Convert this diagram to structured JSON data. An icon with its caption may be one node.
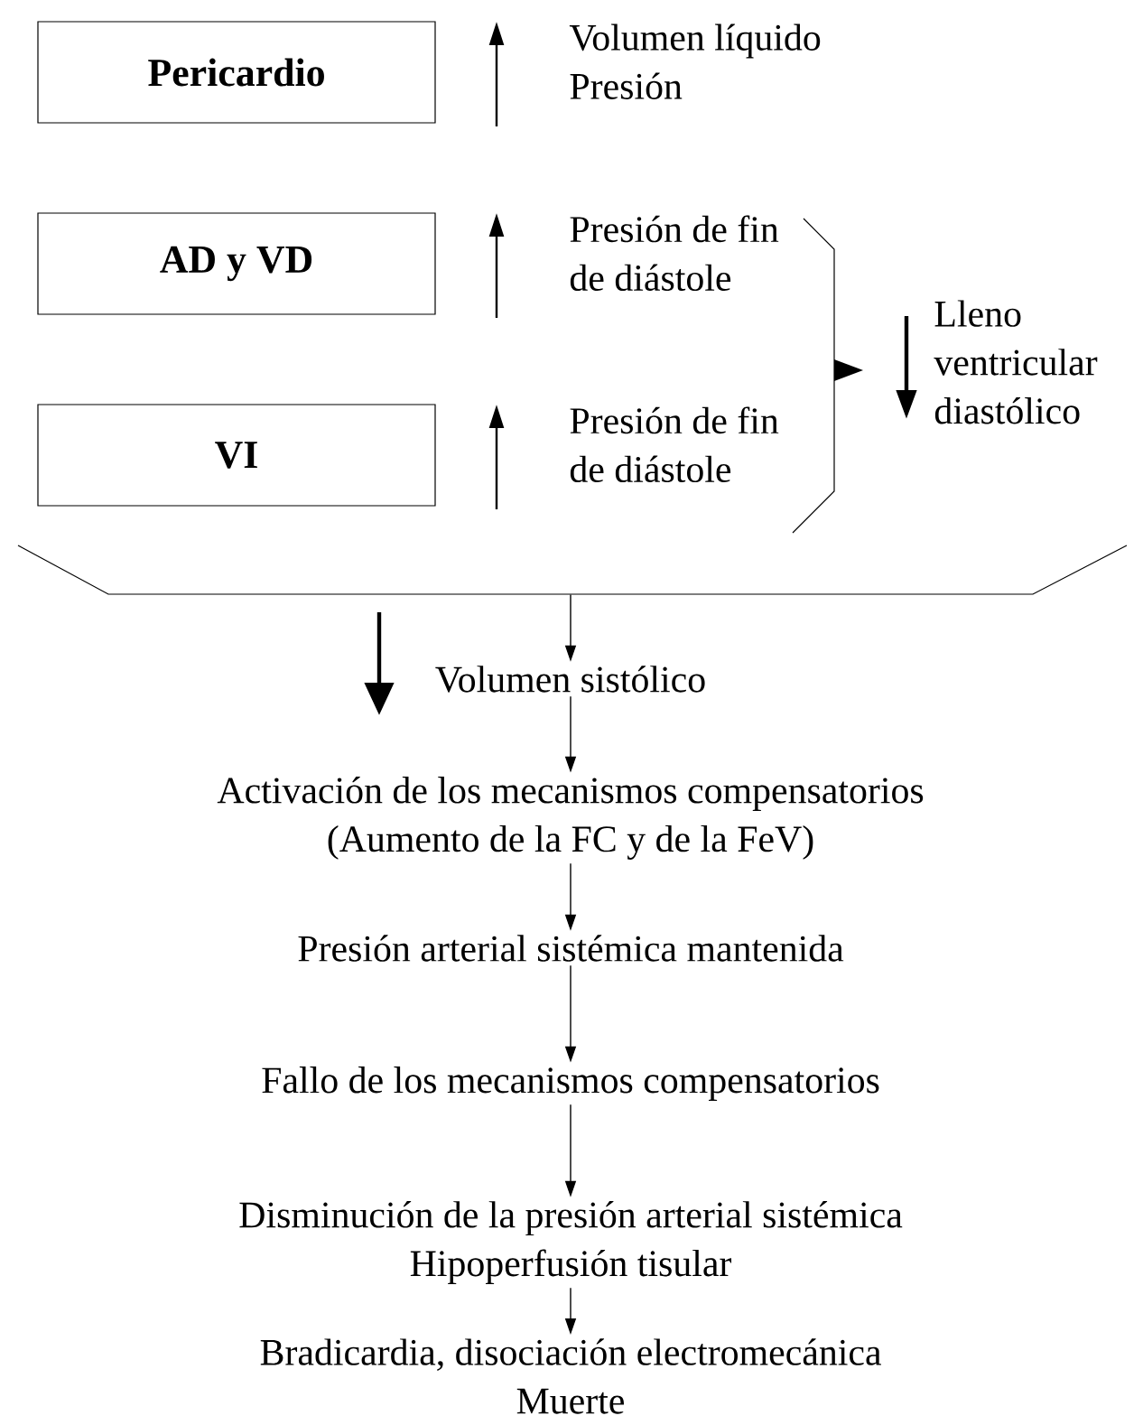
{
  "diagram": {
    "nodes": [
      {
        "text": [
          "Pericardio"
        ]
      },
      {
        "text": [
          "AD y VD"
        ]
      },
      {
        "text": [
          "VI"
        ]
      },
      {
        "text": [],
        "shape": "bar"
      },
      {
        "text": [
          "Volumen sistólico"
        ]
      },
      {
        "text": [
          "Activación de los mecanismos compensatorios",
          "(Aumento de la FC y de la FeV)"
        ]
      },
      {
        "text": [
          "Presión arterial sistémica mantenida"
        ]
      },
      {
        "text": [
          "Fallo de los mecanismos compensatorios"
        ]
      },
      {
        "text": [
          "Disminución de la presión arterial sistémica",
          "Hipoperfusión tisular"
        ]
      },
      {
        "text": [
          "Bradicardia, disociación electromecánica",
          "Muerte"
        ]
      }
    ],
    "edges": [
      {
        "from": 3,
        "to": 4,
        "arrow": "to"
      },
      {
        "from": 4,
        "to": 5,
        "arrow": "to"
      },
      {
        "from": 5,
        "to": 6,
        "arrow": "to"
      },
      {
        "from": 6,
        "to": 7,
        "arrow": "to"
      },
      {
        "from": 7,
        "to": 8,
        "arrow": "to"
      },
      {
        "from": 8,
        "to": 9,
        "arrow": "to"
      }
    ],
    "labels": [
      "Volumen líquido",
      "Presión",
      "Presión de fin de diástole",
      "Presión de fin de diástole",
      "Lleno ventricular diastólico"
    ]
  }
}
